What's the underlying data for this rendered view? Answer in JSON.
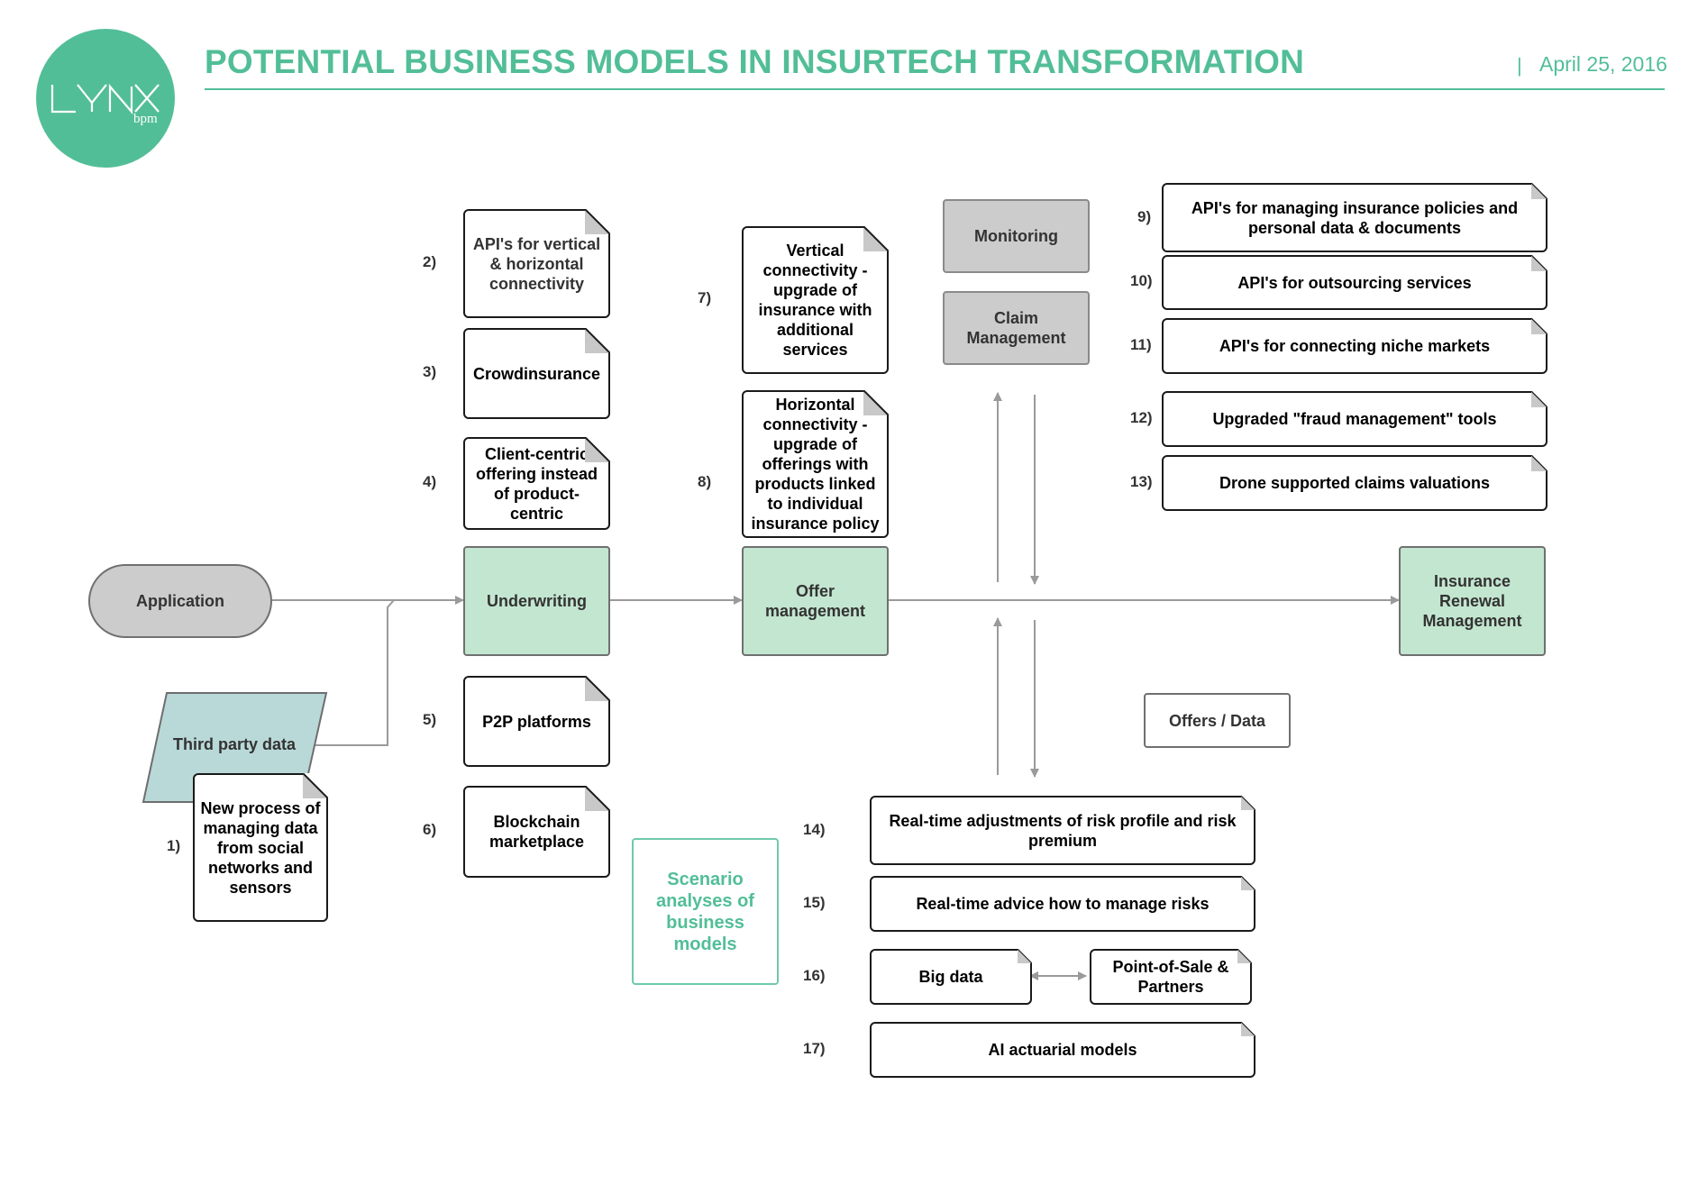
{
  "header": {
    "title": "POTENTIAL BUSINESS MODELS IN INSURTECH TRANSFORMATION",
    "separator": "|",
    "date": "April 25, 2016",
    "logo_text": "LYNX",
    "logo_sub": "bpm"
  },
  "process": {
    "application": "Application",
    "third_party": "Third party data",
    "underwriting": "Underwriting",
    "offer_management": "Offer management",
    "monitoring": "Monitoring",
    "claim_management": "Claim Management",
    "renewal": "Insurance Renewal Management",
    "offers_data": "Offers / Data",
    "scenario": "Scenario analyses of business models"
  },
  "models": [
    {
      "num": "1)",
      "text": "New process of managing data from social networks and sensors"
    },
    {
      "num": "2)",
      "text": "API's for vertical & horizontal connectivity"
    },
    {
      "num": "3)",
      "text": "Crowdinsurance"
    },
    {
      "num": "4)",
      "text": "Client-centric offering instead of product-centric"
    },
    {
      "num": "5)",
      "text": "P2P platforms"
    },
    {
      "num": "6)",
      "text": "Blockchain marketplace"
    },
    {
      "num": "7)",
      "text": "Vertical connectivity - upgrade of insurance with additional services"
    },
    {
      "num": "8)",
      "text": "Horizontal connectivity - upgrade of offerings with products linked to individual insurance policy"
    },
    {
      "num": "9)",
      "text": "API's for managing insurance policies and personal data & documents"
    },
    {
      "num": "10)",
      "text": "API's for outsourcing services"
    },
    {
      "num": "11)",
      "text": "API's for connecting niche markets"
    },
    {
      "num": "12)",
      "text": "Upgraded \"fraud management\" tools"
    },
    {
      "num": "13)",
      "text": "Drone supported claims valuations"
    },
    {
      "num": "14)",
      "text": "Real-time adjustments of risk profile and risk premium"
    },
    {
      "num": "15)",
      "text": "Real-time advice how to manage risks"
    },
    {
      "num": "16)",
      "text": "Big data",
      "partner": "Point-of-Sale & Partners"
    },
    {
      "num": "17)",
      "text": "AI actuarial models"
    }
  ],
  "colors": {
    "brand": "#52be98",
    "process_green": "#c3e6d0",
    "process_grey": "#cccccc",
    "third_party": "#b9d9d8"
  }
}
